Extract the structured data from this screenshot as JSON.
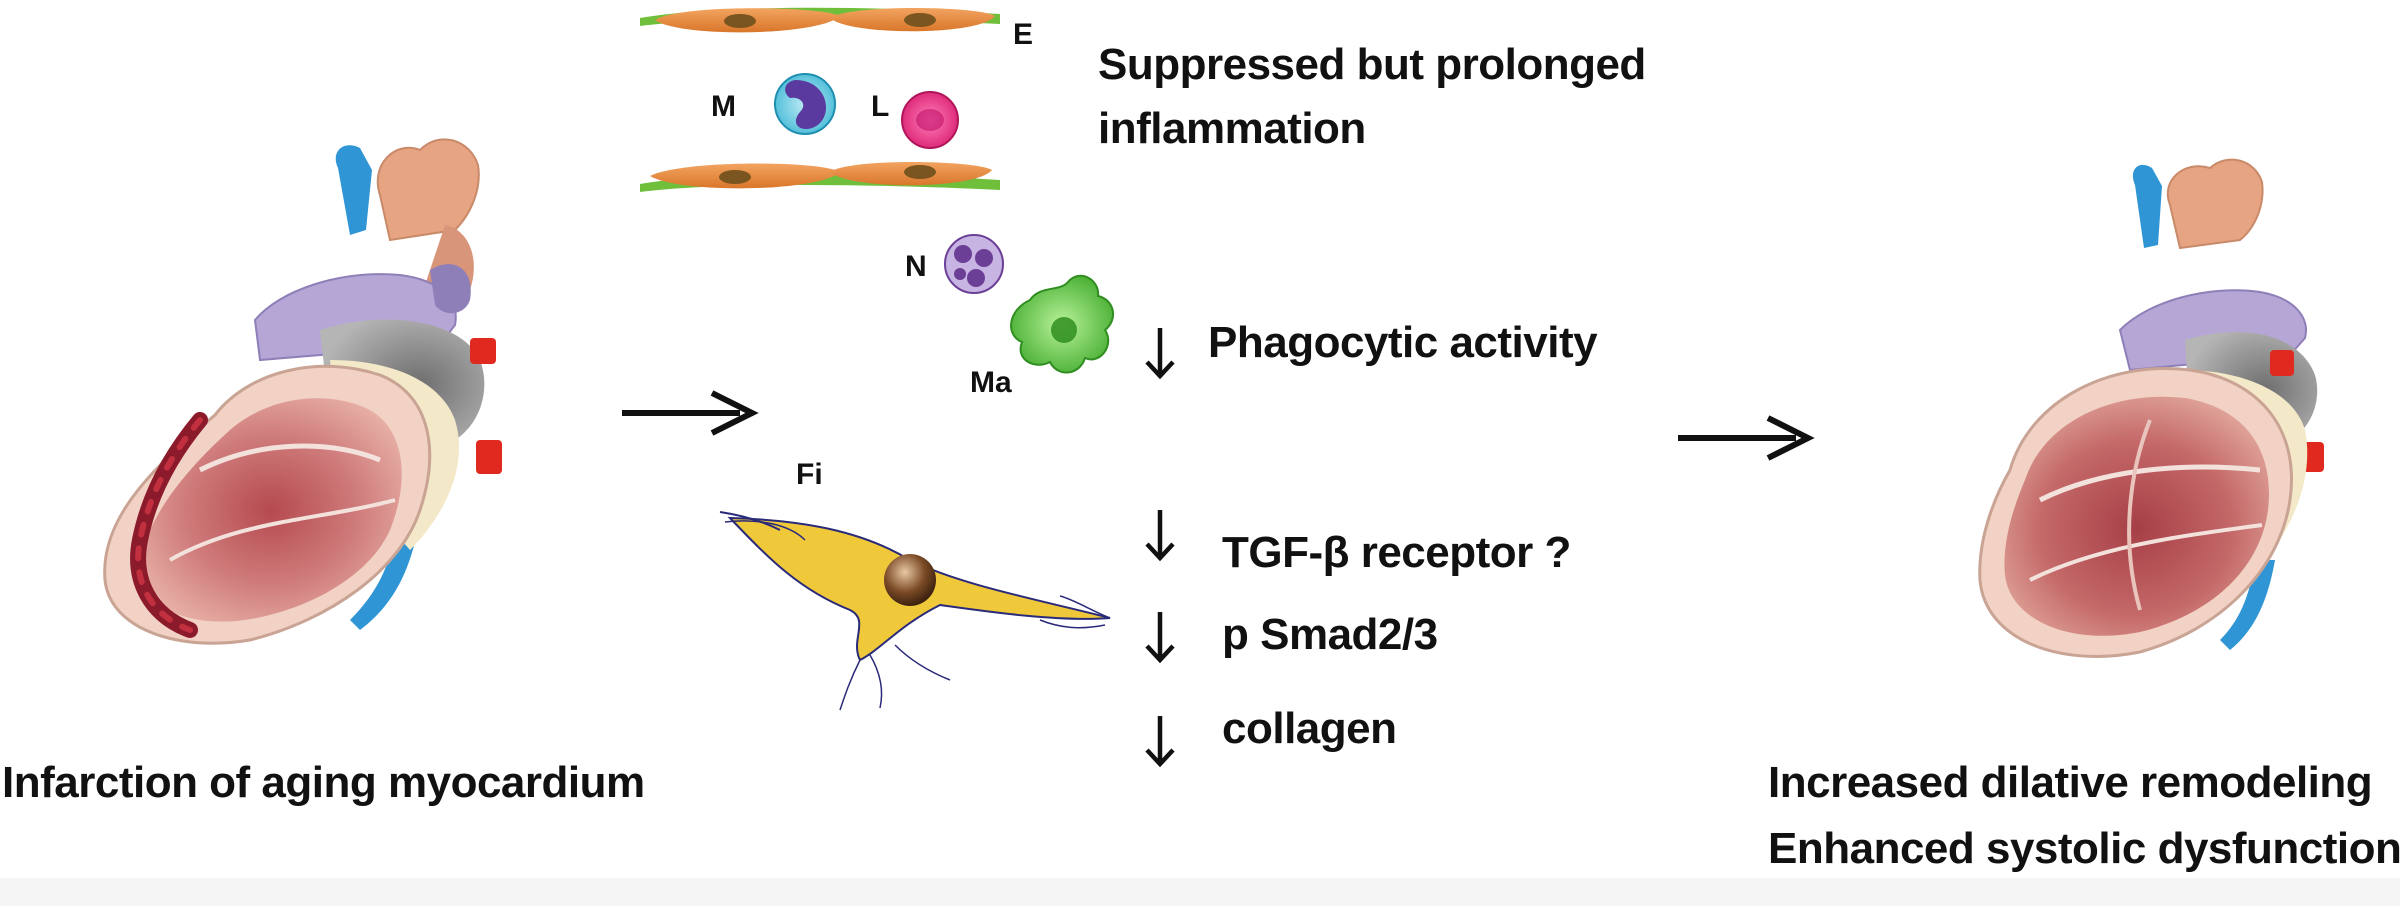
{
  "cells": {
    "endothelial": "E",
    "monocyte": "M",
    "lymphocyte": "L",
    "neutrophil": "N",
    "macrophage": "Ma",
    "fibroblast": "Fi"
  },
  "effects": {
    "inflammation_line1": "Suppressed but prolonged",
    "inflammation_line2": "inflammation",
    "phagocytic": "Phagocytic activity",
    "tgf": "TGF-β receptor ?",
    "smad": "p Smad2/3",
    "collagen": "collagen"
  },
  "captions": {
    "left": "Infarction of aging myocardium",
    "right_line1": "Increased dilative remodeling",
    "right_line2": "Enhanced systolic dysfunction"
  },
  "colors": {
    "vessel_green": "#6fbf3a",
    "endothelial_orange": "#e8873a",
    "monocyte_blue": "#3fb7d4",
    "lymphocyte_pink": "#e0287a",
    "neutrophil_purple": "#8a54b5",
    "macrophage_green": "#5cc23a",
    "fibroblast_yellow": "#f0c93a",
    "myocardium_red": "#c86a6a",
    "infarct_dark": "#8b1a2a",
    "aorta_tan": "#e6a482",
    "pulmonary_blue": "#2f95d4",
    "valve_red": "#e02a1f"
  },
  "icons": [
    "down-arrow-icon",
    "right-arrow-icon"
  ]
}
